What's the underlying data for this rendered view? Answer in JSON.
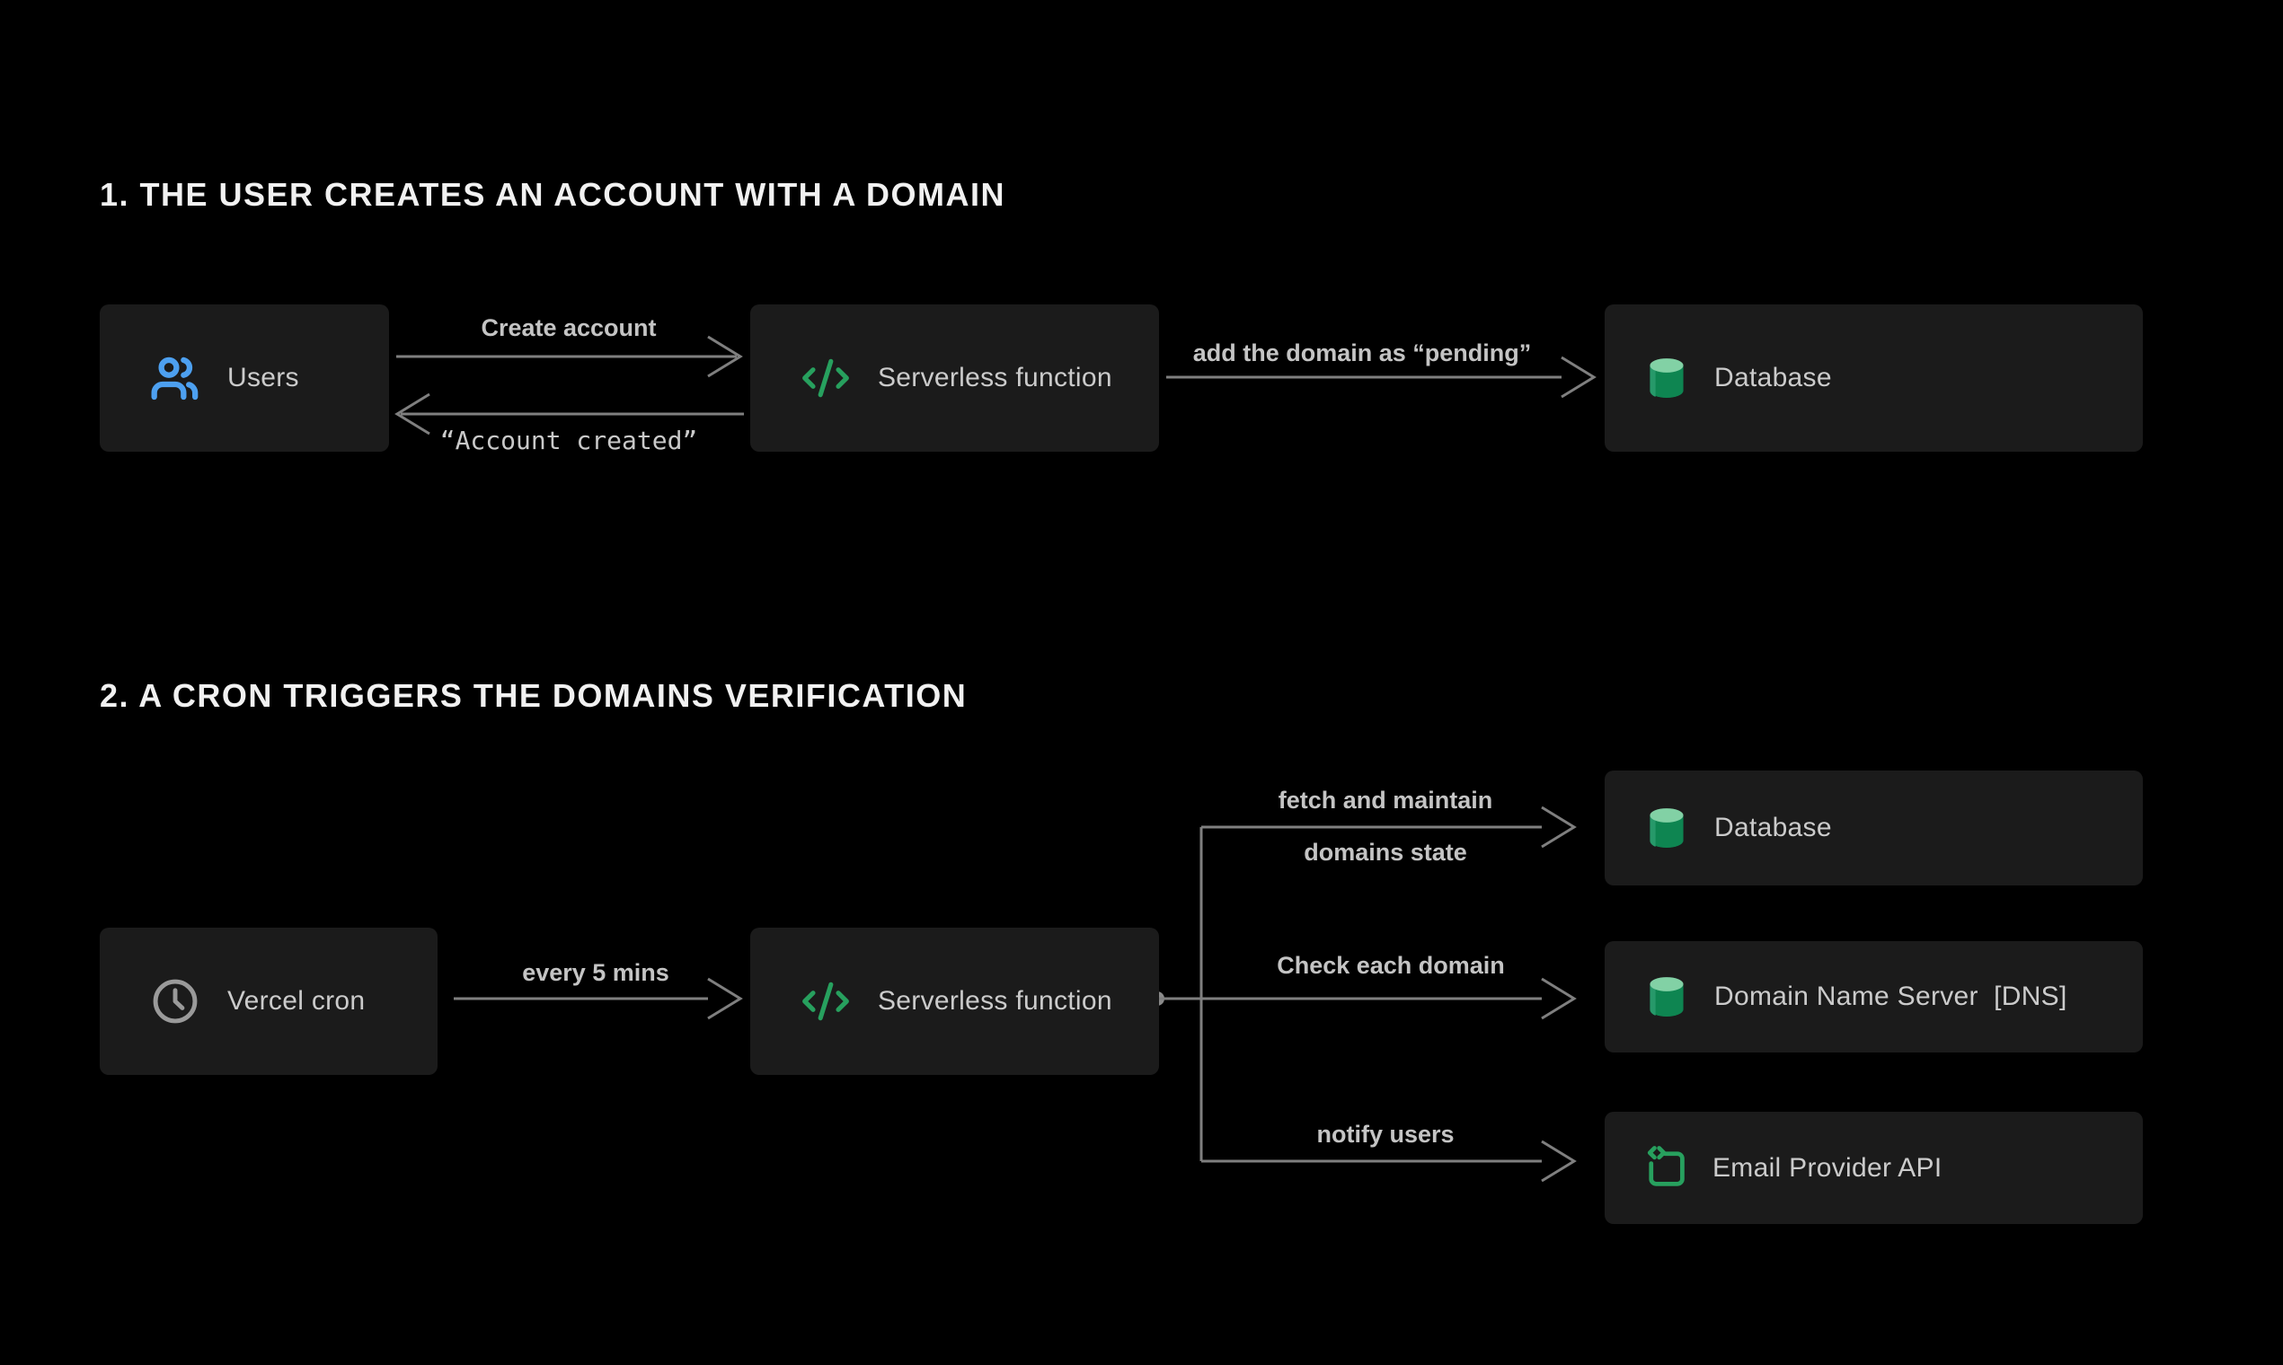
{
  "section1": {
    "title": "1. THE USER CREATES AN ACCOUNT WITH A DOMAIN",
    "nodes": {
      "users": {
        "label": "Users",
        "icon": "users-icon"
      },
      "serverless": {
        "label": "Serverless function",
        "icon": "code-icon"
      },
      "database": {
        "label": "Database",
        "icon": "database-icon"
      }
    },
    "edges": {
      "create_account": {
        "label": "Create account"
      },
      "account_created": {
        "label": "“Account created”"
      },
      "add_pending": {
        "label": "add the domain as “pending”"
      }
    }
  },
  "section2": {
    "title": "2. A CRON TRIGGERS THE DOMAINS VERIFICATION",
    "nodes": {
      "vercel_cron": {
        "label": "Vercel cron",
        "icon": "clock-icon"
      },
      "serverless": {
        "label": "Serverless function",
        "icon": "code-icon"
      },
      "database": {
        "label": "Database",
        "icon": "database-icon"
      },
      "dns": {
        "label": "Domain Name Server  [DNS]",
        "icon": "database-icon"
      },
      "email": {
        "label": "Email Provider API",
        "icon": "api-box-icon"
      }
    },
    "edges": {
      "every_5_mins": {
        "label": "every 5 mins"
      },
      "fetch_maintain": {
        "line1": "fetch and maintain",
        "line2": "domains state"
      },
      "check_each_domain": {
        "label": "Check each domain"
      },
      "notify_users": {
        "label": "notify users"
      }
    }
  },
  "colors": {
    "background": "#000000",
    "box_background": "#1b1b1b",
    "box_text": "#cbcbcb",
    "arrow_line": "#7f7f7f",
    "edge_label_text": "#c4c4c4",
    "title_text": "#f1f1f1",
    "accent_blue": "#4da0f0",
    "accent_green": "#27a05e",
    "database_top": "#82d1a5",
    "database_body": "#0e8551"
  }
}
